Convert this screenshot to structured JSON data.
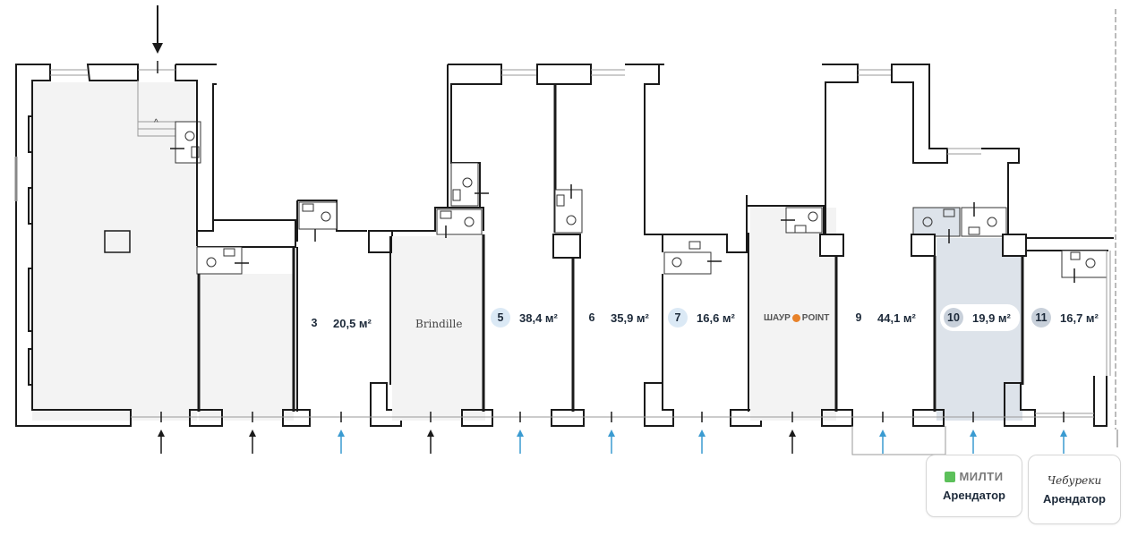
{
  "colors": {
    "wall": "#1a1a1a",
    "rented_fill": "#f3f3f3",
    "selected_fill": "#dde3ea",
    "available_badge": "#dbe9f5",
    "entrance_available": "#3b9bd1",
    "entrance_rented": "#1a1a1a",
    "milti_green": "#5cc05a"
  },
  "units": [
    {
      "number": "3",
      "area": "20,5 м²",
      "badge": "plain"
    },
    {
      "number": "5",
      "area": "38,4 м²",
      "badge": "avail"
    },
    {
      "number": "6",
      "area": "35,9 м²",
      "badge": "plain"
    },
    {
      "number": "7",
      "area": "16,6 м²",
      "badge": "avail"
    },
    {
      "number": "9",
      "area": "44,1 м²",
      "badge": "plain"
    },
    {
      "number": "10",
      "area": "19,9 м²",
      "badge": "selected"
    },
    {
      "number": "11",
      "area": "16,7 м²",
      "badge": "dark"
    }
  ],
  "tenants": {
    "brindille": "Brindille",
    "shaurpoint_left": "ШАУР",
    "shaurpoint_right": "POINT"
  },
  "cards": [
    {
      "logo": "МИЛТИ",
      "label": "Арендатор"
    },
    {
      "logo": "Чебуреки",
      "label": "Арендатор"
    }
  ],
  "entrances": [
    {
      "type": "rented"
    },
    {
      "type": "rented"
    },
    {
      "type": "available"
    },
    {
      "type": "rented"
    },
    {
      "type": "available"
    },
    {
      "type": "available"
    },
    {
      "type": "available"
    },
    {
      "type": "rented"
    },
    {
      "type": "available"
    },
    {
      "type": "available"
    },
    {
      "type": "available"
    }
  ]
}
